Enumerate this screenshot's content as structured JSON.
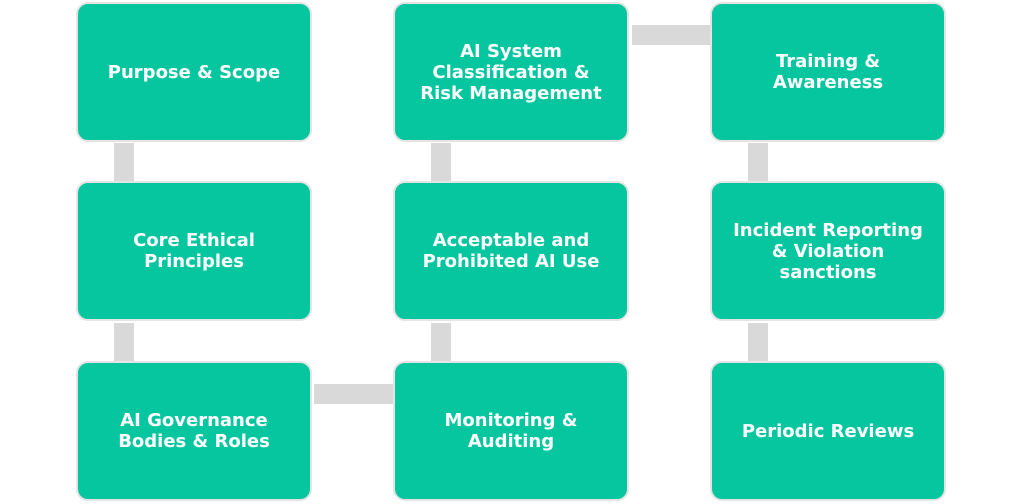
{
  "flow": {
    "steps": [
      {
        "label": "Purpose & Scope"
      },
      {
        "label": "Core Ethical Principles"
      },
      {
        "label": "AI Governance Bodies & Roles"
      },
      {
        "label": "Monitoring & Auditing"
      },
      {
        "label": "Acceptable and Prohibited AI Use"
      },
      {
        "label": "AI System Classification & Risk Management"
      },
      {
        "label": "Training & Awareness"
      },
      {
        "label": "Incident Reporting & Violation sanctions"
      },
      {
        "label": "Periodic Reviews"
      }
    ]
  },
  "colors": {
    "box_fill": "#06c6a0",
    "box_border": "#e4e4e4",
    "text": "#ffffff",
    "connector": "#d9d9d9"
  }
}
